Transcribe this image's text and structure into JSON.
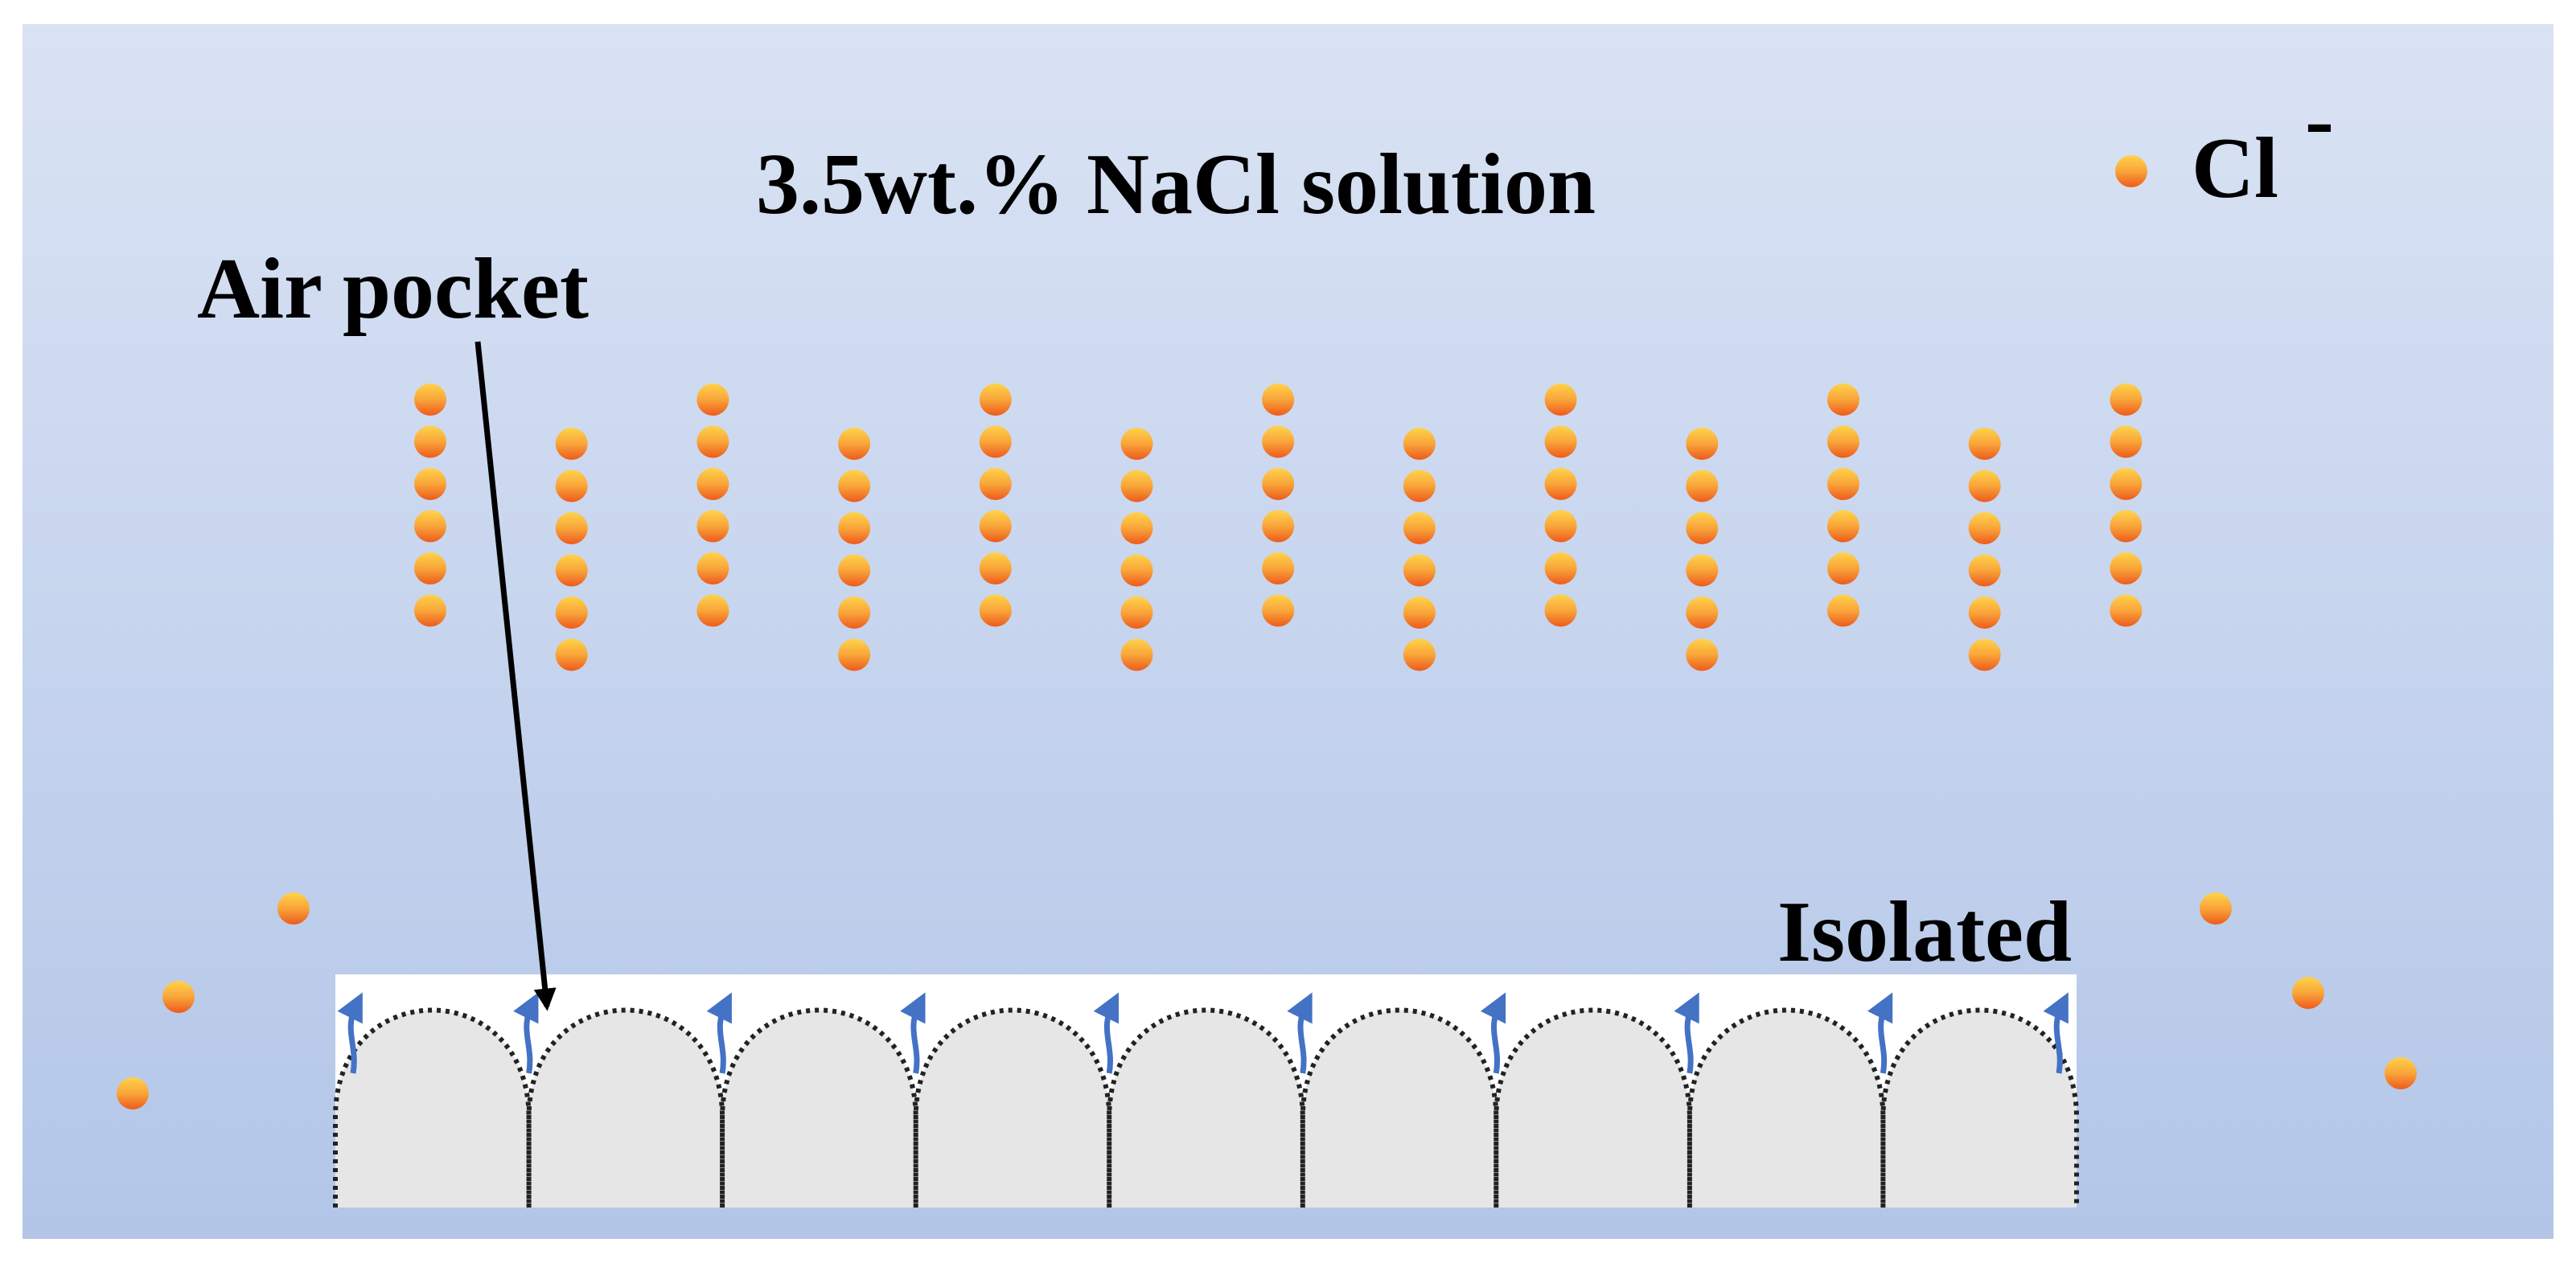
{
  "title": "3.5wt.% NaCl solution",
  "legend": {
    "ion_label": "Cl",
    "ion_charge": "-"
  },
  "labels": {
    "air_pocket": "Air pocket",
    "isolated": "Isolated"
  },
  "colors": {
    "background_top": "#dae3f4",
    "background_bottom": "#b3c6e8",
    "ion_light": "#ffd34a",
    "ion_mid": "#f9a53a",
    "ion_dark": "#ee5a1c",
    "substrate": "#e6e6e6",
    "air_layer": "#ffffff",
    "arrow": "#4472c4",
    "dotted_outline": "#222222"
  },
  "icons": {
    "ion": "chloride-ion-icon",
    "arrow": "air-flow-arrow-icon"
  },
  "counts": {
    "ion_columns": 13,
    "bumps": 9
  }
}
